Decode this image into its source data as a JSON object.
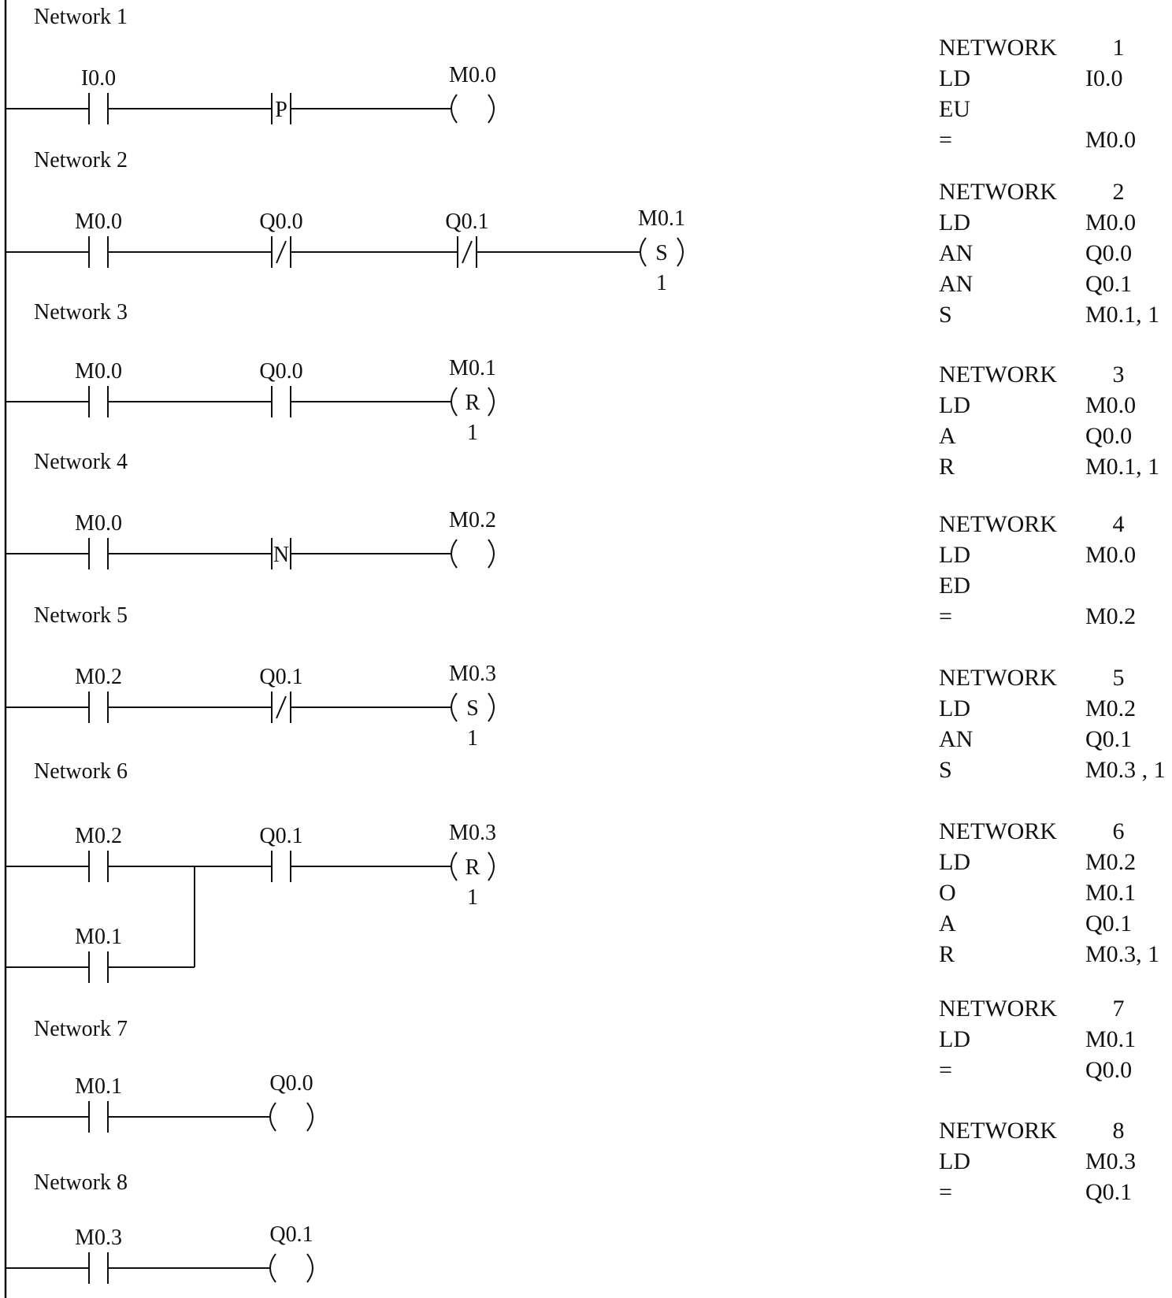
{
  "networks": [
    {
      "title": "Network 1",
      "stl_header": [
        "NETWORK",
        "1"
      ],
      "stl": [
        [
          "LD",
          "I0.0"
        ],
        [
          "EU",
          ""
        ],
        [
          "=",
          "M0.0"
        ]
      ],
      "ladder": {
        "elements": [
          {
            "kind": "no",
            "label": "I0.0"
          },
          {
            "kind": "pos",
            "glyph": "P"
          },
          {
            "kind": "coil",
            "label": "M0.0",
            "letter": "",
            "count": ""
          }
        ]
      }
    },
    {
      "title": "Network 2",
      "stl_header": [
        "NETWORK",
        "2"
      ],
      "stl": [
        [
          "LD",
          "M0.0"
        ],
        [
          "AN",
          "Q0.0"
        ],
        [
          "AN",
          "Q0.1"
        ],
        [
          "S",
          "M0.1, 1"
        ]
      ],
      "ladder": {
        "elements": [
          {
            "kind": "no",
            "label": "M0.0"
          },
          {
            "kind": "nc",
            "label": "Q0.0"
          },
          {
            "kind": "nc",
            "label": "Q0.1"
          },
          {
            "kind": "coil",
            "label": "M0.1",
            "letter": "S",
            "count": "1"
          }
        ]
      }
    },
    {
      "title": "Network 3",
      "stl_header": [
        "NETWORK",
        "3"
      ],
      "stl": [
        [
          "LD",
          "M0.0"
        ],
        [
          "A",
          "Q0.0"
        ],
        [
          "R",
          "M0.1, 1"
        ]
      ],
      "ladder": {
        "elements": [
          {
            "kind": "no",
            "label": "M0.0"
          },
          {
            "kind": "no",
            "label": "Q0.0"
          },
          {
            "kind": "coil",
            "label": "M0.1",
            "letter": "R",
            "count": "1"
          }
        ]
      }
    },
    {
      "title": "Network 4",
      "stl_header": [
        "NETWORK",
        "4"
      ],
      "stl": [
        [
          "LD",
          "M0.0"
        ],
        [
          "ED",
          ""
        ],
        [
          "=",
          "M0.2"
        ]
      ],
      "ladder": {
        "elements": [
          {
            "kind": "no",
            "label": "M0.0"
          },
          {
            "kind": "neg",
            "glyph": "N"
          },
          {
            "kind": "coil",
            "label": "M0.2",
            "letter": "",
            "count": ""
          }
        ]
      }
    },
    {
      "title": "Network 5",
      "stl_header": [
        "NETWORK",
        "5"
      ],
      "stl": [
        [
          "LD",
          "M0.2"
        ],
        [
          "AN",
          "Q0.1"
        ],
        [
          "S",
          "M0.3 , 1"
        ]
      ],
      "ladder": {
        "elements": [
          {
            "kind": "no",
            "label": "M0.2"
          },
          {
            "kind": "nc",
            "label": "Q0.1"
          },
          {
            "kind": "coil",
            "label": "M0.3",
            "letter": "S",
            "count": "1"
          }
        ]
      }
    },
    {
      "title": "Network 6",
      "stl_header": [
        "NETWORK",
        "6"
      ],
      "stl": [
        [
          "LD",
          "M0.2"
        ],
        [
          "O",
          "M0.1"
        ],
        [
          "A",
          "Q0.1"
        ],
        [
          "R",
          "M0.3, 1"
        ]
      ],
      "ladder": {
        "elements": [
          {
            "kind": "no",
            "label": "M0.2"
          },
          {
            "kind": "no",
            "label": "Q0.1"
          },
          {
            "kind": "coil",
            "label": "M0.3",
            "letter": "R",
            "count": "1"
          }
        ],
        "branch": {
          "kind": "no",
          "label": "M0.1"
        }
      }
    },
    {
      "title": "Network 7",
      "stl_header": [
        "NETWORK",
        "7"
      ],
      "stl": [
        [
          "LD",
          "M0.1"
        ],
        [
          "=",
          "Q0.0"
        ]
      ],
      "ladder": {
        "elements": [
          {
            "kind": "no",
            "label": "M0.1"
          },
          {
            "kind": "coil",
            "label": "Q0.0",
            "letter": "",
            "count": ""
          }
        ]
      }
    },
    {
      "title": "Network 8",
      "stl_header": [
        "NETWORK",
        "8"
      ],
      "stl": [
        [
          "LD",
          "M0.3"
        ],
        [
          "=",
          "Q0.1"
        ]
      ],
      "ladder": {
        "elements": [
          {
            "kind": "no",
            "label": "M0.3"
          },
          {
            "kind": "coil",
            "label": "Q0.1",
            "letter": "",
            "count": ""
          }
        ]
      }
    }
  ]
}
